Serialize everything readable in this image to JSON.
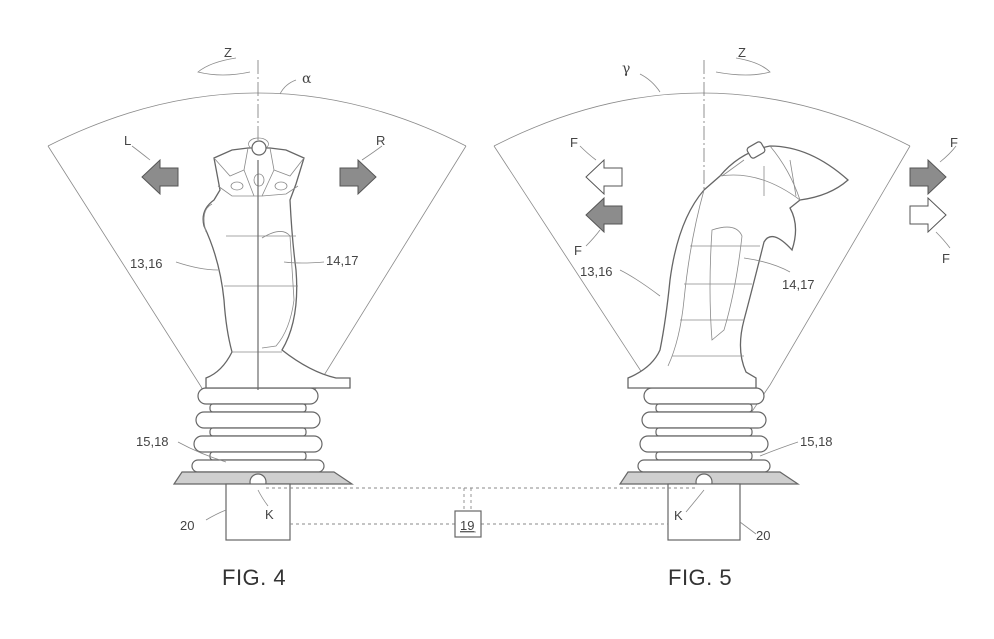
{
  "figure4": {
    "caption": "FIG. 4",
    "labels": {
      "axis": "Z",
      "angle": "α",
      "left": "L",
      "right": "R",
      "grip_left": "13,16",
      "grip_right": "14,17",
      "bellows": "15,18",
      "pivot": "K",
      "housing": "20"
    }
  },
  "figure5": {
    "caption": "FIG. 5",
    "labels": {
      "axis": "Z",
      "angle": "γ",
      "force_top_left": "F",
      "force_bottom_left": "F",
      "force_top_right": "F",
      "force_bottom_right": "F",
      "grip_left": "13,16",
      "grip_right": "14,17",
      "bellows": "15,18",
      "pivot": "K",
      "housing": "20"
    }
  },
  "controller": {
    "label": "19"
  }
}
